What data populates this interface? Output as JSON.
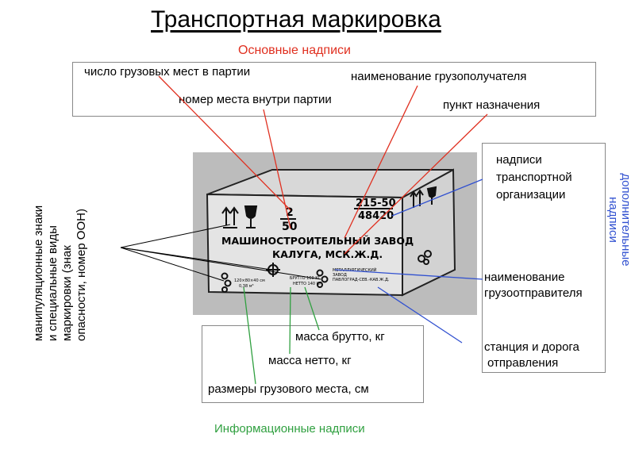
{
  "title": "Транспортная маркировка",
  "main_heading": "Основные надписи",
  "info_heading": "Информационные надписи",
  "additional_heading": "дополнительные надписи",
  "main_labels": {
    "places_count": "число грузовых мест в партии",
    "place_number": "номер места внутри партии",
    "consignee": "наименование грузополучателя",
    "destination": "пункт назначения"
  },
  "info_labels": {
    "gross": "масса брутто, кг",
    "net": "масса нетто, кг",
    "dimensions": "размеры грузового места, см"
  },
  "additional_labels": {
    "transport_org": [
      "надписи",
      "транспортной",
      "организации"
    ],
    "shipper": [
      "наименование",
      "грузоотправителя"
    ],
    "station": [
      "станция и дорога",
      "отправления"
    ]
  },
  "left_label": [
    "манипуляционные знаки",
    "и специальные виды",
    "маркировки (знак",
    "опасности, номер ООН)"
  ],
  "box_marking": {
    "fraction_top": "2",
    "fraction_bottom": "50",
    "code_top": "215-50",
    "code_bottom": "48420",
    "line1": "МАШИНОСТРОИТЕЛЬНЫЙ ЗАВОД",
    "line2": "КАЛУГА, МСК.Ж.Д.",
    "dims_text_1": "120×80×40 см",
    "dims_text_2": "0,38 м³",
    "gross_text": "БРУТТО 160 КГ",
    "net_text": "НЕТТО 140 КГ",
    "shipper_text_1": "МЕТАЛЛУРГИЧЕСКИЙ",
    "shipper_text_2": "ЗАВОД",
    "shipper_text_3": "ПАВЛОГРАД-СЕВ.-КАВ.Ж.Д."
  },
  "colors": {
    "main": "#e03020",
    "info": "#30a040",
    "additional": "#3050d0",
    "photo_bg": "#bcbcbc"
  }
}
